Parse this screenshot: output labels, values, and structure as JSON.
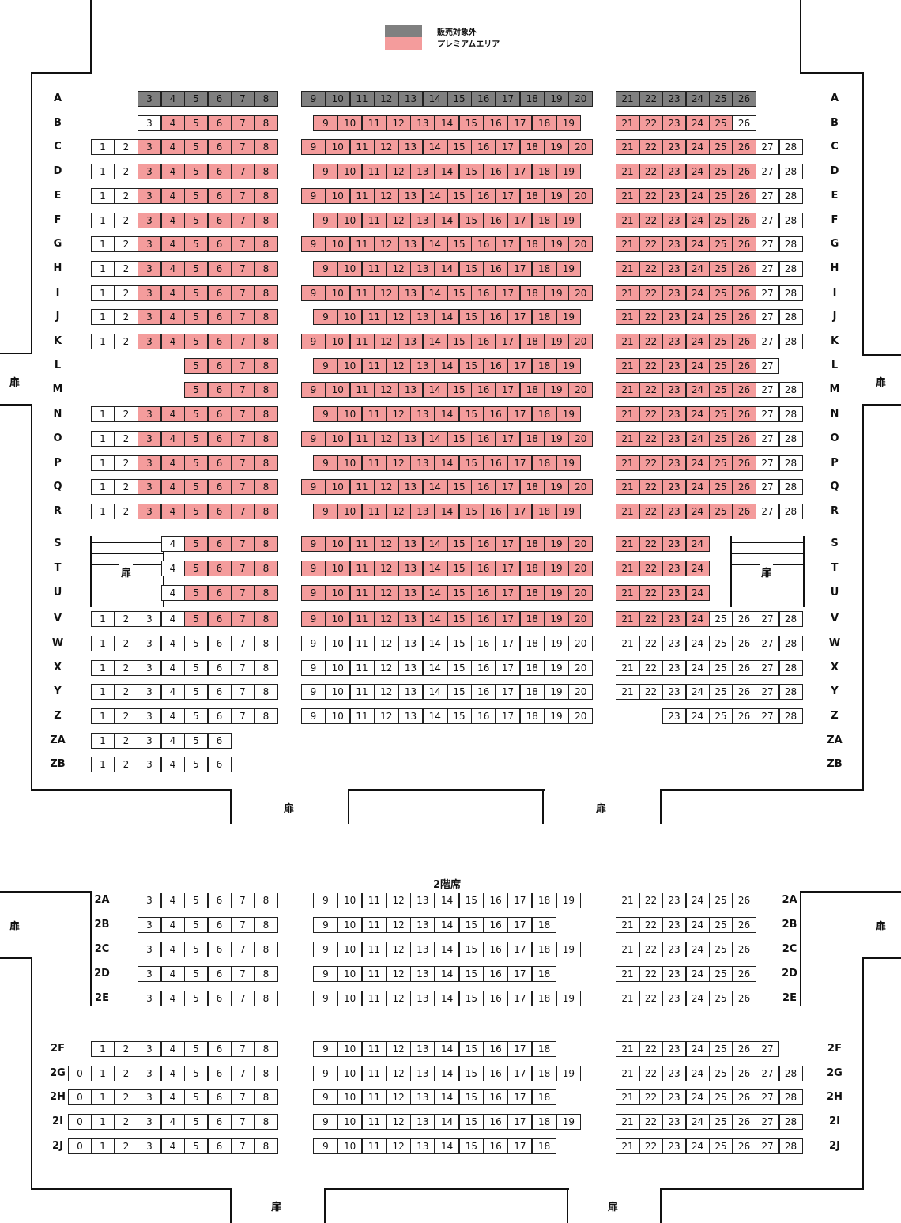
{
  "colors": {
    "na": "#808080",
    "premium": "#f49c9c",
    "normal": "#ffffff"
  },
  "legend": [
    {
      "key": "na",
      "label": "販売対象外"
    },
    {
      "key": "premium",
      "label": "プレミアムエリア"
    }
  ],
  "door_label": "扉",
  "floor2_title": "2階席",
  "floor1_rows": [
    {
      "label": "A",
      "seats": [
        [
          3,
          8,
          "na"
        ],
        [
          9,
          20,
          "na"
        ],
        [
          21,
          26,
          "na"
        ]
      ]
    },
    {
      "label": "B",
      "seats": [
        [
          3,
          3,
          "normal"
        ],
        [
          4,
          8,
          "premium"
        ],
        [
          9,
          19,
          "premium"
        ],
        [
          21,
          25,
          "premium"
        ],
        [
          26,
          26,
          "normal"
        ]
      ]
    },
    {
      "label": "C",
      "seats": [
        [
          1,
          2,
          "normal"
        ],
        [
          3,
          8,
          "premium"
        ],
        [
          9,
          20,
          "premium"
        ],
        [
          21,
          26,
          "premium"
        ],
        [
          27,
          28,
          "normal"
        ]
      ]
    },
    {
      "label": "D",
      "seats": [
        [
          1,
          2,
          "normal"
        ],
        [
          3,
          8,
          "premium"
        ],
        [
          9,
          19,
          "premium"
        ],
        [
          21,
          26,
          "premium"
        ],
        [
          27,
          28,
          "normal"
        ]
      ]
    },
    {
      "label": "E",
      "seats": [
        [
          1,
          2,
          "normal"
        ],
        [
          3,
          8,
          "premium"
        ],
        [
          9,
          20,
          "premium"
        ],
        [
          21,
          26,
          "premium"
        ],
        [
          27,
          28,
          "normal"
        ]
      ]
    },
    {
      "label": "F",
      "seats": [
        [
          1,
          2,
          "normal"
        ],
        [
          3,
          8,
          "premium"
        ],
        [
          9,
          19,
          "premium"
        ],
        [
          21,
          26,
          "premium"
        ],
        [
          27,
          28,
          "normal"
        ]
      ]
    },
    {
      "label": "G",
      "seats": [
        [
          1,
          2,
          "normal"
        ],
        [
          3,
          8,
          "premium"
        ],
        [
          9,
          20,
          "premium"
        ],
        [
          21,
          26,
          "premium"
        ],
        [
          27,
          28,
          "normal"
        ]
      ]
    },
    {
      "label": "H",
      "seats": [
        [
          1,
          2,
          "normal"
        ],
        [
          3,
          8,
          "premium"
        ],
        [
          9,
          19,
          "premium"
        ],
        [
          21,
          26,
          "premium"
        ],
        [
          27,
          28,
          "normal"
        ]
      ]
    },
    {
      "label": "I",
      "seats": [
        [
          1,
          2,
          "normal"
        ],
        [
          3,
          8,
          "premium"
        ],
        [
          9,
          20,
          "premium"
        ],
        [
          21,
          26,
          "premium"
        ],
        [
          27,
          28,
          "normal"
        ]
      ]
    },
    {
      "label": "J",
      "seats": [
        [
          1,
          2,
          "normal"
        ],
        [
          3,
          8,
          "premium"
        ],
        [
          9,
          19,
          "premium"
        ],
        [
          21,
          26,
          "premium"
        ],
        [
          27,
          28,
          "normal"
        ]
      ]
    },
    {
      "label": "K",
      "seats": [
        [
          1,
          2,
          "normal"
        ],
        [
          3,
          8,
          "premium"
        ],
        [
          9,
          20,
          "premium"
        ],
        [
          21,
          26,
          "premium"
        ],
        [
          27,
          28,
          "normal"
        ]
      ]
    },
    {
      "label": "L",
      "seats": [
        [
          5,
          8,
          "premium"
        ],
        [
          9,
          19,
          "premium"
        ],
        [
          21,
          26,
          "premium"
        ],
        [
          27,
          27,
          "normal"
        ]
      ]
    },
    {
      "label": "M",
      "seats": [
        [
          5,
          8,
          "premium"
        ],
        [
          9,
          20,
          "premium"
        ],
        [
          21,
          26,
          "premium"
        ],
        [
          27,
          28,
          "normal"
        ]
      ]
    },
    {
      "label": "N",
      "seats": [
        [
          1,
          2,
          "normal"
        ],
        [
          3,
          8,
          "premium"
        ],
        [
          9,
          19,
          "premium"
        ],
        [
          21,
          26,
          "premium"
        ],
        [
          27,
          28,
          "normal"
        ]
      ]
    },
    {
      "label": "O",
      "seats": [
        [
          1,
          2,
          "normal"
        ],
        [
          3,
          8,
          "premium"
        ],
        [
          9,
          20,
          "premium"
        ],
        [
          21,
          26,
          "premium"
        ],
        [
          27,
          28,
          "normal"
        ]
      ]
    },
    {
      "label": "P",
      "seats": [
        [
          1,
          2,
          "normal"
        ],
        [
          3,
          8,
          "premium"
        ],
        [
          9,
          19,
          "premium"
        ],
        [
          21,
          26,
          "premium"
        ],
        [
          27,
          28,
          "normal"
        ]
      ]
    },
    {
      "label": "Q",
      "seats": [
        [
          1,
          2,
          "normal"
        ],
        [
          3,
          8,
          "premium"
        ],
        [
          9,
          20,
          "premium"
        ],
        [
          21,
          26,
          "premium"
        ],
        [
          27,
          28,
          "normal"
        ]
      ]
    },
    {
      "label": "R",
      "seats": [
        [
          1,
          2,
          "normal"
        ],
        [
          3,
          8,
          "premium"
        ],
        [
          9,
          19,
          "premium"
        ],
        [
          21,
          26,
          "premium"
        ],
        [
          27,
          28,
          "normal"
        ]
      ]
    },
    {
      "label": "S",
      "seats": [
        [
          4,
          4,
          "normal"
        ],
        [
          5,
          8,
          "premium"
        ],
        [
          9,
          20,
          "premium"
        ],
        [
          21,
          24,
          "premium"
        ]
      ]
    },
    {
      "label": "T",
      "seats": [
        [
          4,
          4,
          "normal"
        ],
        [
          5,
          8,
          "premium"
        ],
        [
          9,
          20,
          "premium"
        ],
        [
          21,
          24,
          "premium"
        ]
      ]
    },
    {
      "label": "U",
      "seats": [
        [
          4,
          4,
          "normal"
        ],
        [
          5,
          8,
          "premium"
        ],
        [
          9,
          20,
          "premium"
        ],
        [
          21,
          24,
          "premium"
        ]
      ]
    },
    {
      "label": "V",
      "seats": [
        [
          1,
          4,
          "normal"
        ],
        [
          5,
          8,
          "premium"
        ],
        [
          9,
          20,
          "premium"
        ],
        [
          21,
          24,
          "premium"
        ],
        [
          25,
          28,
          "normal"
        ]
      ]
    },
    {
      "label": "W",
      "seats": [
        [
          1,
          8,
          "normal"
        ],
        [
          9,
          20,
          "normal"
        ],
        [
          21,
          28,
          "normal"
        ]
      ]
    },
    {
      "label": "X",
      "seats": [
        [
          1,
          8,
          "normal"
        ],
        [
          9,
          20,
          "normal"
        ],
        [
          21,
          28,
          "normal"
        ]
      ]
    },
    {
      "label": "Y",
      "seats": [
        [
          1,
          8,
          "normal"
        ],
        [
          9,
          20,
          "normal"
        ],
        [
          21,
          28,
          "normal"
        ]
      ]
    },
    {
      "label": "Z",
      "seats": [
        [
          1,
          8,
          "normal"
        ],
        [
          9,
          20,
          "normal"
        ],
        [
          23,
          28,
          "normal"
        ]
      ]
    },
    {
      "label": "ZA",
      "seats": [
        [
          1,
          6,
          "normal"
        ]
      ]
    },
    {
      "label": "ZB",
      "seats": [
        [
          1,
          6,
          "normal"
        ]
      ]
    }
  ],
  "floor2_rows": [
    {
      "label": "2A",
      "seats": [
        [
          3,
          8,
          "normal"
        ],
        [
          9,
          19,
          "normal"
        ],
        [
          21,
          26,
          "normal"
        ]
      ]
    },
    {
      "label": "2B",
      "seats": [
        [
          3,
          8,
          "normal"
        ],
        [
          9,
          18,
          "normal"
        ],
        [
          21,
          26,
          "normal"
        ]
      ]
    },
    {
      "label": "2C",
      "seats": [
        [
          3,
          8,
          "normal"
        ],
        [
          9,
          19,
          "normal"
        ],
        [
          21,
          26,
          "normal"
        ]
      ]
    },
    {
      "label": "2D",
      "seats": [
        [
          3,
          8,
          "normal"
        ],
        [
          9,
          18,
          "normal"
        ],
        [
          21,
          26,
          "normal"
        ]
      ]
    },
    {
      "label": "2E",
      "seats": [
        [
          3,
          8,
          "normal"
        ],
        [
          9,
          19,
          "normal"
        ],
        [
          21,
          26,
          "normal"
        ]
      ]
    },
    {
      "label": "2F",
      "seats": [
        [
          1,
          8,
          "normal"
        ],
        [
          9,
          18,
          "normal"
        ],
        [
          21,
          27,
          "normal"
        ]
      ]
    },
    {
      "label": "2G",
      "seats": [
        [
          0,
          8,
          "normal"
        ],
        [
          9,
          19,
          "normal"
        ],
        [
          21,
          28,
          "normal"
        ]
      ]
    },
    {
      "label": "2H",
      "seats": [
        [
          0,
          8,
          "normal"
        ],
        [
          9,
          18,
          "normal"
        ],
        [
          21,
          28,
          "normal"
        ]
      ]
    },
    {
      "label": "2I",
      "seats": [
        [
          0,
          8,
          "normal"
        ],
        [
          9,
          19,
          "normal"
        ],
        [
          21,
          28,
          "normal"
        ]
      ]
    },
    {
      "label": "2J",
      "seats": [
        [
          0,
          8,
          "normal"
        ],
        [
          9,
          18,
          "normal"
        ],
        [
          21,
          28,
          "normal"
        ]
      ]
    }
  ]
}
